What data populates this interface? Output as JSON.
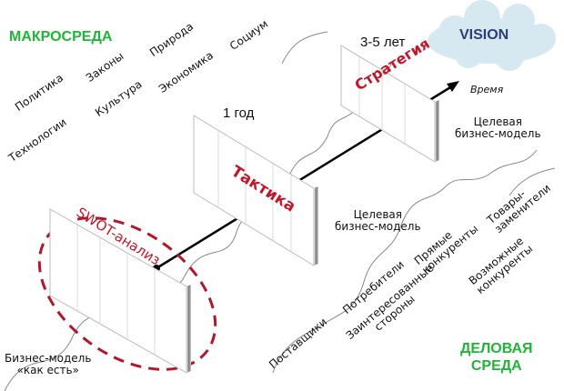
{
  "macro": {
    "title": "МАКРОСРЕДА",
    "factors": [
      "Политика",
      "Законы",
      "Природа",
      "Социум",
      "Технологии",
      "Культура",
      "Экономика"
    ]
  },
  "business": {
    "title_line1": "ДЕЛОВАЯ",
    "title_line2": "СРЕДА",
    "factors": [
      "Поставщики",
      "Потребители",
      "Прямые",
      "конкуренты",
      "Товары-",
      "заменители",
      "Заинтересованные",
      "стороны",
      "Возможные",
      "конкуренты"
    ]
  },
  "vision": "VISION",
  "time_label": "Время",
  "stages": [
    {
      "name": "SWOT-анализ",
      "period": "",
      "caption1": "Бизнес-модель",
      "caption2": "«как есть»"
    },
    {
      "name": "Тактика",
      "period": "1 год",
      "caption1": "Целевая",
      "caption2": "бизнес-модель"
    },
    {
      "name": "Стратегия",
      "period": "3-5 лет",
      "caption1": "Целевая",
      "caption2": "бизнес-модель"
    }
  ],
  "colors": {
    "accent_red": "#c0182a",
    "green": "#22b43a",
    "vision_text": "#2b3d7a",
    "cloud": "#d6e9f0"
  }
}
